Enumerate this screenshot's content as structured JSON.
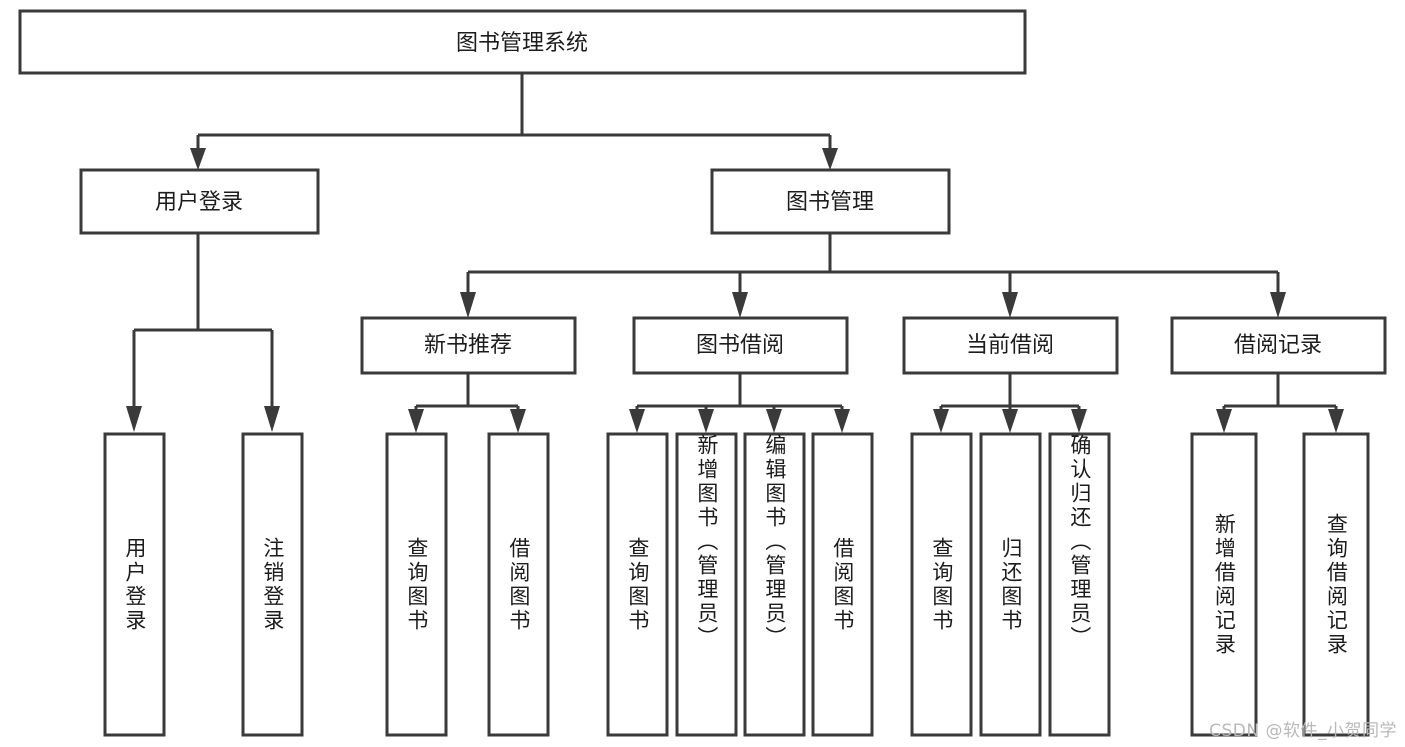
{
  "diagram": {
    "title": "图书管理系统",
    "watermark": "CSDN @软件_小贺同学",
    "colors": {
      "background": "#ffffff",
      "box_fill": "#ffffff",
      "box_stroke": "#3a3a3a",
      "text": "#1c1c1c",
      "watermark_text": "#b9b9b9"
    },
    "root": {
      "label": "图书管理系统"
    },
    "level2": [
      {
        "label": "用户登录"
      },
      {
        "label": "图书管理"
      }
    ],
    "level3": [
      {
        "label": "新书推荐"
      },
      {
        "label": "图书借阅"
      },
      {
        "label": "当前借阅"
      },
      {
        "label": "借阅记录"
      }
    ],
    "leaves": {
      "user_login": [
        {
          "label": "用户登录"
        },
        {
          "label": "注销登录"
        }
      ],
      "new_book_recommend": [
        {
          "label": "查询图书"
        },
        {
          "label": "借阅图书"
        }
      ],
      "book_borrow": [
        {
          "label": "查询图书"
        },
        {
          "label": "新增图书（管理员）"
        },
        {
          "label": "编辑图书（管理员）"
        },
        {
          "label": "借阅图书"
        }
      ],
      "current_borrow": [
        {
          "label": "查询图书"
        },
        {
          "label": "归还图书"
        },
        {
          "label": "确认归还（管理员）"
        }
      ],
      "borrow_record": [
        {
          "label": "新增借阅记录"
        },
        {
          "label": "查询借阅记录"
        }
      ]
    }
  }
}
